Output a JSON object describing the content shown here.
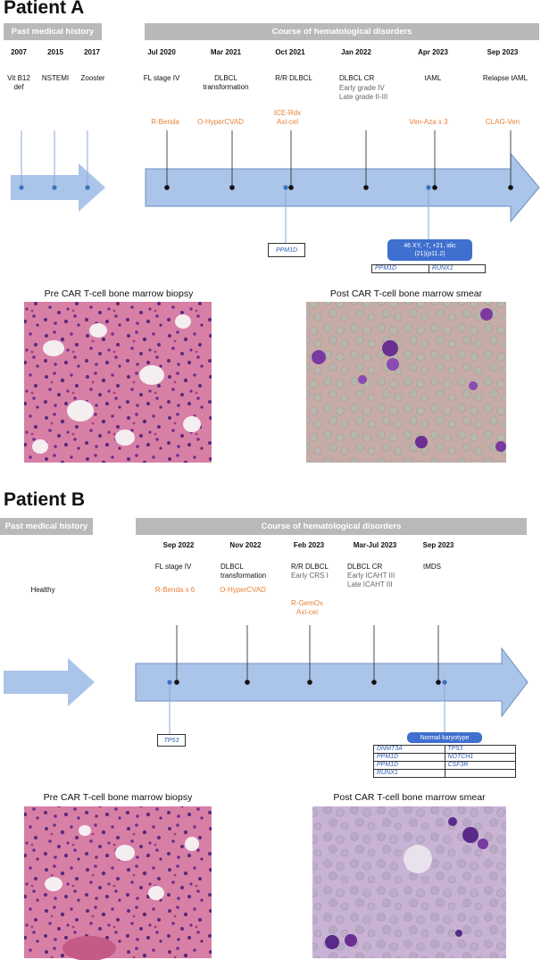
{
  "patient_a": {
    "title": "Patient A",
    "past_history_label": "Past medical history",
    "course_label": "Course of hematological disorders",
    "past_events": [
      {
        "year": "2007",
        "label": "Vit B12\ndef"
      },
      {
        "year": "2015",
        "label": "NSTEMI"
      },
      {
        "year": "2017",
        "label": "Zooster"
      }
    ],
    "course_events": [
      {
        "date": "Jul 2020",
        "label": "FL stage IV",
        "sub": "",
        "treatment": "R-Benda"
      },
      {
        "date": "Mar 2021",
        "label": "DLBCL\ntransformation",
        "sub": "",
        "treatment": "O-HyperCVAD"
      },
      {
        "date": "Oct 2021",
        "label": "R/R DLBCL",
        "sub": "",
        "treatment": "ICE-Rdx\nAxi-cel"
      },
      {
        "date": "Jan 2022",
        "label": "DLBCL CR",
        "sub": "Early grade IV\nLate grade II-III",
        "treatment": ""
      },
      {
        "date": "Apr 2023",
        "label": "tAML",
        "sub": "",
        "treatment": "Ven-Aza x 3"
      },
      {
        "date": "Sep 2023",
        "label": "Relapse tAML",
        "sub": "",
        "treatment": "CLAG-Ven"
      }
    ],
    "mutation_box": "PPM1D",
    "karyotype": "46 XY, -7, +21, idic\n(21)(p11.2)",
    "karyotype_mutations": [
      "PPM1D",
      "RUNX1"
    ],
    "pre_image_title": "Pre CAR T-cell bone marrow biopsy",
    "post_image_title": "Post CAR T-cell bone marrow smear"
  },
  "patient_b": {
    "title": "Patient B",
    "past_history_label": "Past medical history",
    "course_label": "Course of hematological disorders",
    "past_status": "Healthy",
    "course_events": [
      {
        "date": "Sep 2022",
        "label": "FL stage IV",
        "sub": "",
        "treatment": "R-Benda x 6"
      },
      {
        "date": "Nov 2022",
        "label": "DLBCL\ntransformation",
        "sub": "",
        "treatment": "O-HyperCVAD"
      },
      {
        "date": "Feb 2023",
        "label": "R/R DLBCL",
        "sub": "Early CRS I",
        "treatment": "R-GemOx\nAxi-cel"
      },
      {
        "date": "Mar-Jul 2023",
        "label": "DLBCL CR",
        "sub": "Early ICAHT III\nLate ICAHT III",
        "treatment": ""
      },
      {
        "date": "Sep 2023",
        "label": "tMDS",
        "sub": "",
        "treatment": ""
      }
    ],
    "mutation_box": "TP53",
    "karyotype": "Normal karyotype",
    "karyotype_mutations": [
      [
        "DNMT3A",
        "TP53"
      ],
      [
        "PPM1D",
        "NOTCH1"
      ],
      [
        "PPM1D",
        "CSF3R"
      ],
      [
        "RUNX1",
        ""
      ]
    ],
    "pre_image_title": "Pre CAR T-cell bone marrow biopsy",
    "post_image_title": "Post CAR T-cell bone marrow smear"
  },
  "colors": {
    "arrow_fill": "#aac4ea",
    "arrow_stroke": "#6e8fc0",
    "treatment": "#e8823a",
    "mutation_text": "#2f5db0",
    "karyotype_fill": "#3f6fcf",
    "header_bar": "#b9b9b9"
  }
}
